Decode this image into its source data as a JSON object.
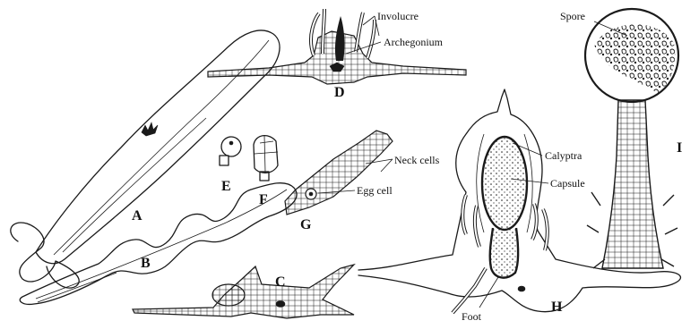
{
  "figure": {
    "panels": [
      {
        "id": "A",
        "letter": "A"
      },
      {
        "id": "B",
        "letter": "B"
      },
      {
        "id": "C",
        "letter": "C"
      },
      {
        "id": "D",
        "letter": "D"
      },
      {
        "id": "E",
        "letter": "E"
      },
      {
        "id": "F",
        "letter": "F"
      },
      {
        "id": "G",
        "letter": "G"
      },
      {
        "id": "H",
        "letter": "H"
      },
      {
        "id": "I",
        "letter": "I"
      }
    ],
    "labels": {
      "involucre": "Involucre",
      "archegonium": "Archegonium",
      "neck_cells": "Neck cells",
      "egg_cell": "Egg cell",
      "calyptra": "Calyptra",
      "capsule": "Capsule",
      "foot": "Foot",
      "spore": "Spore"
    }
  },
  "colors": {
    "ink": "#1a1a1a",
    "paper": "#ffffff"
  }
}
